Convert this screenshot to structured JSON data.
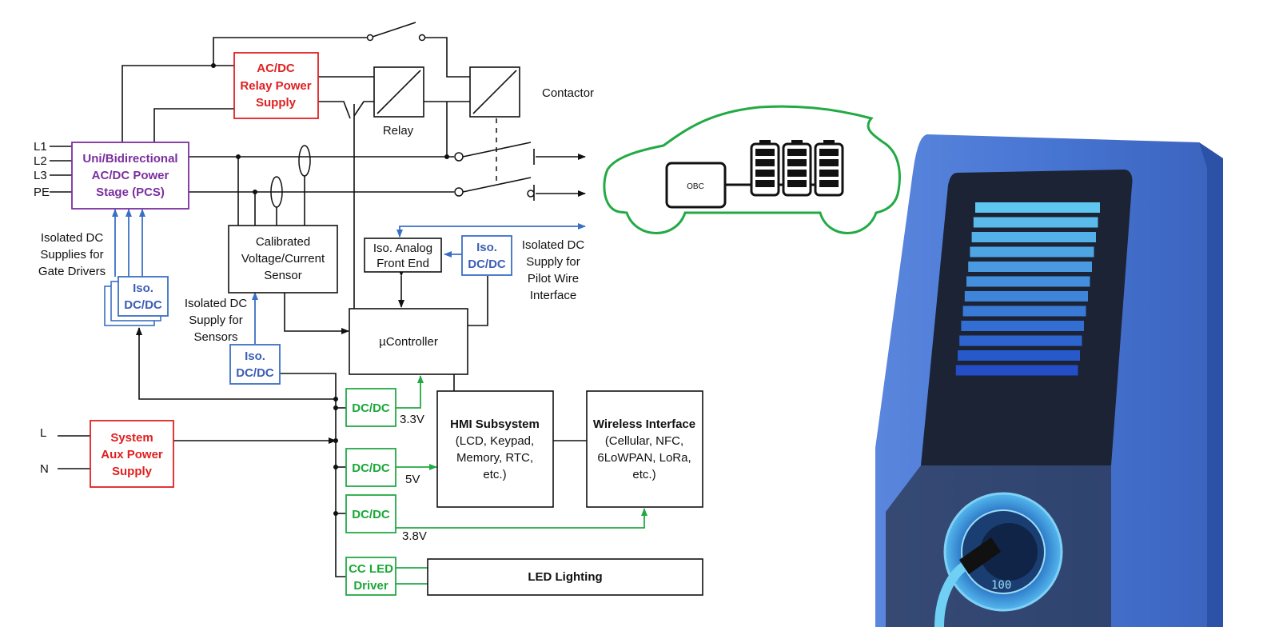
{
  "lines": {
    "l1": "L1",
    "l2": "L2",
    "l3": "L3",
    "pe": "PE",
    "l": "L",
    "n": "N"
  },
  "blocks": {
    "relay_psu": [
      "AC/DC",
      "Relay Power",
      "Supply"
    ],
    "pcs": [
      "Uni/Bidirectional",
      "AC/DC Power",
      "Stage (PCS)"
    ],
    "relay": "Relay",
    "contactor": "Contactor",
    "sensor": [
      "Calibrated",
      "Voltage/Current",
      "Sensor"
    ],
    "afe": [
      "Iso. Analog",
      "Front End"
    ],
    "iso_dcdc_pilot": [
      "Iso.",
      "DC/DC"
    ],
    "iso_dcdc_gate": [
      "Iso.",
      "DC/DC"
    ],
    "iso_dcdc_sensor": [
      "Iso.",
      "DC/DC"
    ],
    "controller": "µController",
    "aux_psu": [
      "System",
      "Aux Power",
      "Supply"
    ],
    "dcdc_33": "DC/DC",
    "dcdc_5": "DC/DC",
    "dcdc_38": "DC/DC",
    "cc_led": [
      "CC LED",
      "Driver"
    ],
    "hmi_title": "HMI Subsystem",
    "hmi_body": [
      "(LCD, Keypad,",
      "Memory, RTC,",
      "etc.)"
    ],
    "wireless_title": "Wireless Interface",
    "wireless_body": [
      "(Cellular, NFC,",
      "6LoWPAN, LoRa,",
      "etc.)"
    ],
    "led_lighting": "LED Lighting",
    "obc": "OBC"
  },
  "annotations": {
    "gate_drivers": [
      "Isolated DC",
      "Supplies for",
      "Gate Drivers"
    ],
    "sensors": [
      "Isolated DC",
      "Supply for",
      "Sensors"
    ],
    "pilot": [
      "Isolated DC",
      "Supply for",
      "Pilot Wire",
      "Interface"
    ],
    "v33": "3.3V",
    "v5": "5V",
    "v38": "3.8V"
  },
  "charger_display": {
    "level_bars": 12,
    "readout": "100"
  },
  "colors": {
    "red": "#e02020",
    "purple": "#7a2f9e",
    "blue": "#3b5fb4",
    "green": "#1aa838",
    "car_outline": "#22aa44",
    "charger_body": "#3f6fd0"
  }
}
